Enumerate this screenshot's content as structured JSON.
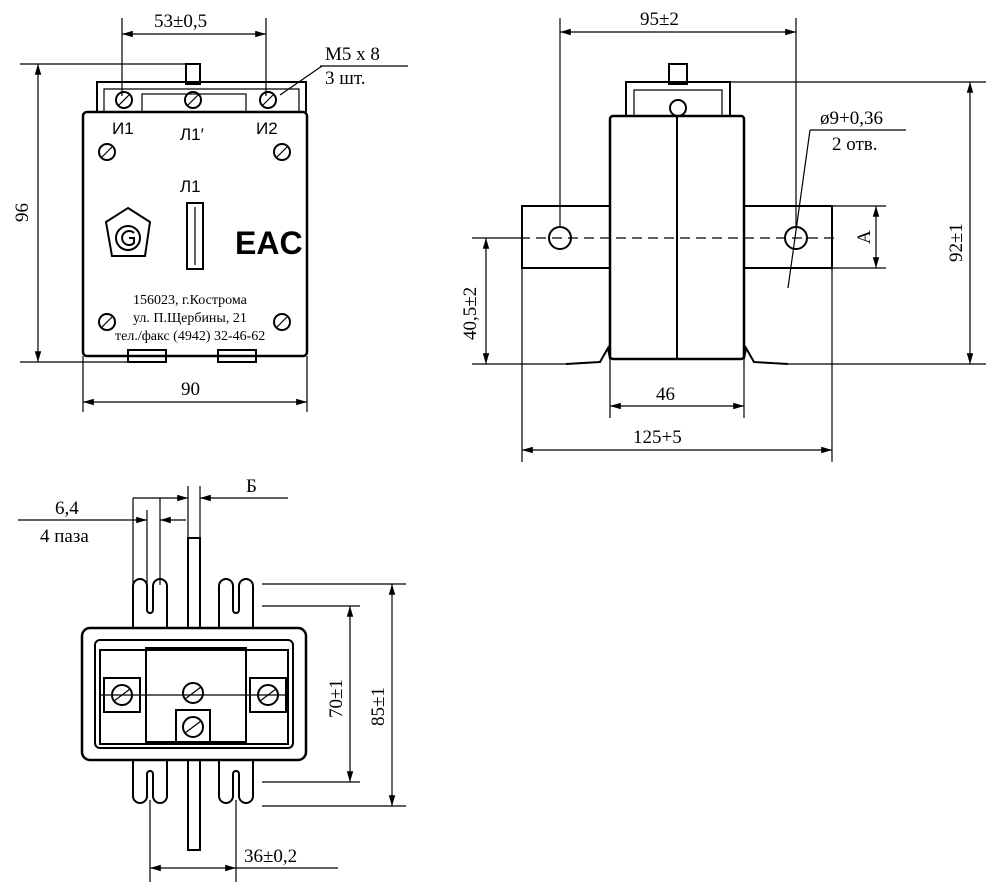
{
  "front_view": {
    "dim_top": "53±0,5",
    "dim_left": "96",
    "dim_bottom": "90",
    "screw_note_line1": "M5 x 8",
    "screw_note_line2": "3 шт.",
    "terminal_i1": "И1",
    "terminal_l1_prime": "Л1′",
    "terminal_i2": "И2",
    "terminal_l1": "Л1",
    "mark_eac": "EAC",
    "address_line1": "156023, г.Кострома",
    "address_line2": "ул. П.Щербины, 21",
    "address_line3": "тел./факс (4942) 32-46-62"
  },
  "side_view": {
    "dim_top": "95±2",
    "dim_right": "92±1",
    "dim_left": "40,5±2",
    "dim_inner": "46",
    "dim_bottom": "125+5",
    "hole_note_line1": "ø9+0,36",
    "hole_note_line2": "2 отв.",
    "dim_a": "А"
  },
  "top_view": {
    "slot_note_line1": "6,4",
    "slot_note_line2": "4 паза",
    "dim_b": "Б",
    "dim_inner": "70±1",
    "dim_outer": "85±1",
    "dim_bottom": "36±0,2"
  }
}
